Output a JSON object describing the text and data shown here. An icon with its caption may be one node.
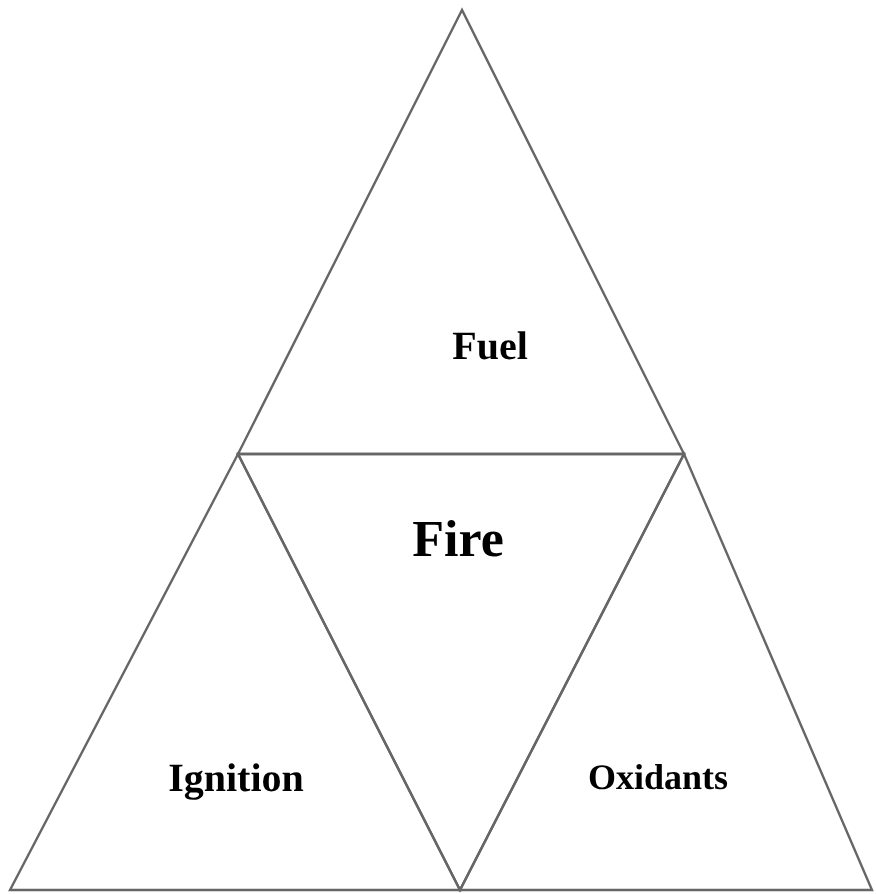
{
  "diagram": {
    "nodes": [
      {
        "text": [
          "Fuel"
        ]
      },
      {
        "text": [
          "Fire"
        ]
      },
      {
        "text": [
          "Ignition"
        ]
      },
      {
        "text": [
          "Oxidants"
        ]
      }
    ]
  }
}
